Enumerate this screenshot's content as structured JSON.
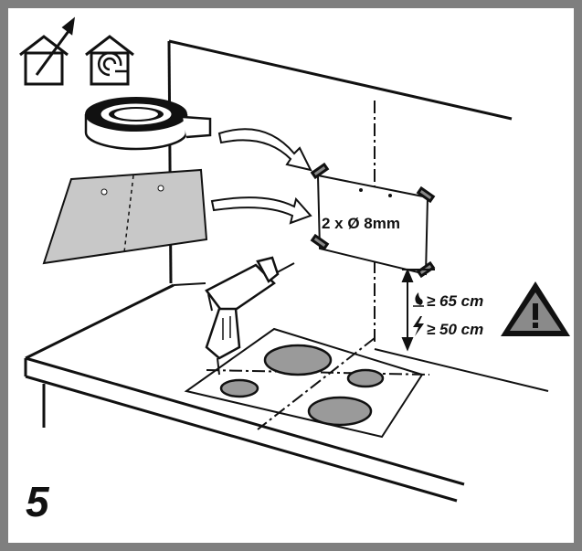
{
  "step": {
    "number": "5"
  },
  "drill_label": {
    "text": "2 x Ø 8mm"
  },
  "distances": {
    "gas": {
      "value": "≥ 65 cm",
      "icon": "flame-icon"
    },
    "electric": {
      "value": "≥ 50 cm",
      "icon": "lightning-icon"
    }
  },
  "icons": {
    "ducted": "house-vent-icon",
    "recirculating": "house-recirculation-icon",
    "warning": "warning-triangle-icon",
    "tape": "tape-roll-icon",
    "template": "paper-template-icon",
    "drill": "drill-icon"
  },
  "colors": {
    "frame": "#7f7f7f",
    "ink": "#111111",
    "gray_fill": "#9a9a9a",
    "template_fill": "#c8c8c8"
  }
}
